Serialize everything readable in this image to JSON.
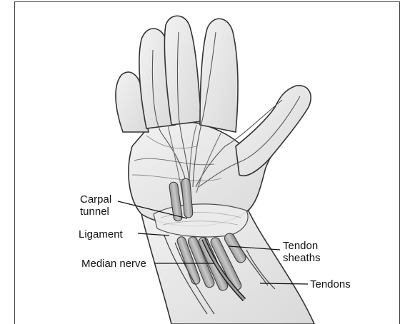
{
  "labels": {
    "carpal_tunnel": "Carpal\ntunnel",
    "ligament": "Ligament",
    "median_nerve": "Median nerve",
    "tendon_sheaths": "Tendon\nsheaths",
    "tendons": "Tendons"
  }
}
